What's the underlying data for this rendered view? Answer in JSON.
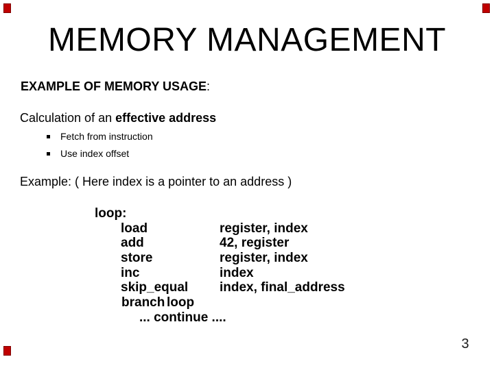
{
  "slide": {
    "title": "MEMORY MANAGEMENT",
    "heading": {
      "text": "EXAMPLE OF MEMORY USAGE",
      "colon": ":"
    },
    "subheading": {
      "regular": "Calculation of an ",
      "bold": "effective address"
    },
    "bullets": [
      {
        "icon": "square-bullet",
        "label": "Fetch from instruction"
      },
      {
        "icon": "square-bullet",
        "label": "Use index offset"
      }
    ],
    "example_line": "Example: ( Here index is a pointer to an address )",
    "code": {
      "label": "loop:",
      "rows": [
        {
          "op": "load",
          "args": "register, index"
        },
        {
          "op": "add",
          "args": "42, register"
        },
        {
          "op": "store",
          "args": "register, index"
        },
        {
          "op": "inc",
          "args": "index"
        },
        {
          "op": "skip_equal",
          "args": "index, final_address"
        }
      ],
      "branch": {
        "op": "branch",
        "target": "loop"
      },
      "continue_line": "... continue ...."
    },
    "page_number": "3",
    "colors": {
      "background": "#ffffff",
      "text": "#000000",
      "corner_marker_fill": "#c00000",
      "corner_marker_border": "#7f0000"
    }
  }
}
